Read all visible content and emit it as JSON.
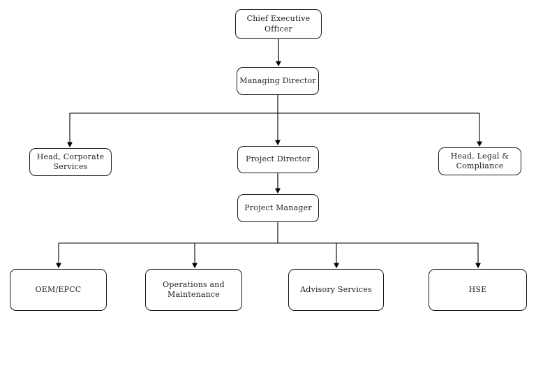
{
  "diagram": {
    "type": "org-chart",
    "nodes": {
      "ceo": {
        "label": "Chief Executive Officer"
      },
      "md": {
        "label": "Managing Director"
      },
      "hcs": {
        "label": "Head, Corporate Services"
      },
      "pd": {
        "label": "Project Director"
      },
      "hlc": {
        "label": "Head, Legal & Compliance"
      },
      "pm": {
        "label": "Project Manager"
      },
      "oem": {
        "label": "OEM/EPCC"
      },
      "om": {
        "label": "Operations and Maintenance"
      },
      "adv": {
        "label": "Advisory Services"
      },
      "hse": {
        "label": "HSE"
      }
    },
    "edges": [
      {
        "from": "Chief Executive Officer",
        "to": "Managing Director"
      },
      {
        "from": "Managing Director",
        "to": "Head, Corporate Services"
      },
      {
        "from": "Managing Director",
        "to": "Project Director"
      },
      {
        "from": "Managing Director",
        "to": "Head, Legal & Compliance"
      },
      {
        "from": "Project Director",
        "to": "Project Manager"
      },
      {
        "from": "Project Manager",
        "to": "OEM/EPCC"
      },
      {
        "from": "Project Manager",
        "to": "Operations and Maintenance"
      },
      {
        "from": "Project Manager",
        "to": "Advisory Services"
      },
      {
        "from": "Project Manager",
        "to": "HSE"
      }
    ],
    "colors": {
      "background": "#ffffff",
      "box_fill": "#ffffff",
      "box_border": "#1a1a1a",
      "line": "#000000",
      "text": "#1c1c1c"
    }
  }
}
